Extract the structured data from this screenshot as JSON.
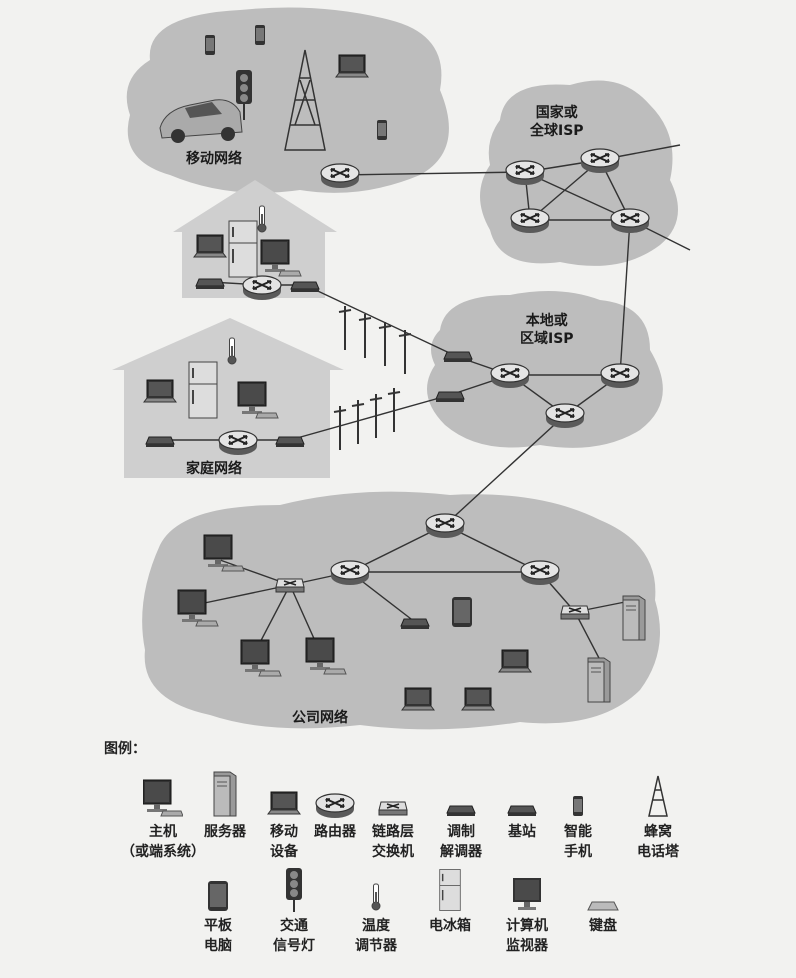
{
  "networks": {
    "mobile": "移动网络",
    "national_isp": "国家或\n全球ISP",
    "regional_isp": "本地或\n区域ISP",
    "home": "家庭网络",
    "enterprise": "公司网络"
  },
  "legend": {
    "title": "图例：",
    "items": [
      {
        "icon": "host-icon",
        "label": "主机\n（或端系统）"
      },
      {
        "icon": "server-icon",
        "label": "服务器"
      },
      {
        "icon": "mobile-device-icon",
        "label": "移动\n设备"
      },
      {
        "icon": "router-icon",
        "label": "路由器"
      },
      {
        "icon": "switch-icon",
        "label": "链路层\n交换机"
      },
      {
        "icon": "modem-icon",
        "label": "调制\n解调器"
      },
      {
        "icon": "base-station-icon",
        "label": "基站"
      },
      {
        "icon": "smartphone-icon",
        "label": "智能\n手机"
      },
      {
        "icon": "cell-tower-icon",
        "label": "蜂窝\n电话塔"
      },
      {
        "icon": "tablet-icon",
        "label": "平板\n电脑"
      },
      {
        "icon": "traffic-light-icon",
        "label": "交通\n信号灯"
      },
      {
        "icon": "thermostat-icon",
        "label": "温度\n调节器"
      },
      {
        "icon": "fridge-icon",
        "label": "电冰箱"
      },
      {
        "icon": "monitor-icon",
        "label": "计算机\n监视器"
      },
      {
        "icon": "keyboard-icon",
        "label": "键盘"
      }
    ]
  },
  "colors": {
    "cloud": "#b9b9b9",
    "house": "#cfcfcf",
    "device": "#3a3a3a",
    "router": "#e4e4e4"
  }
}
